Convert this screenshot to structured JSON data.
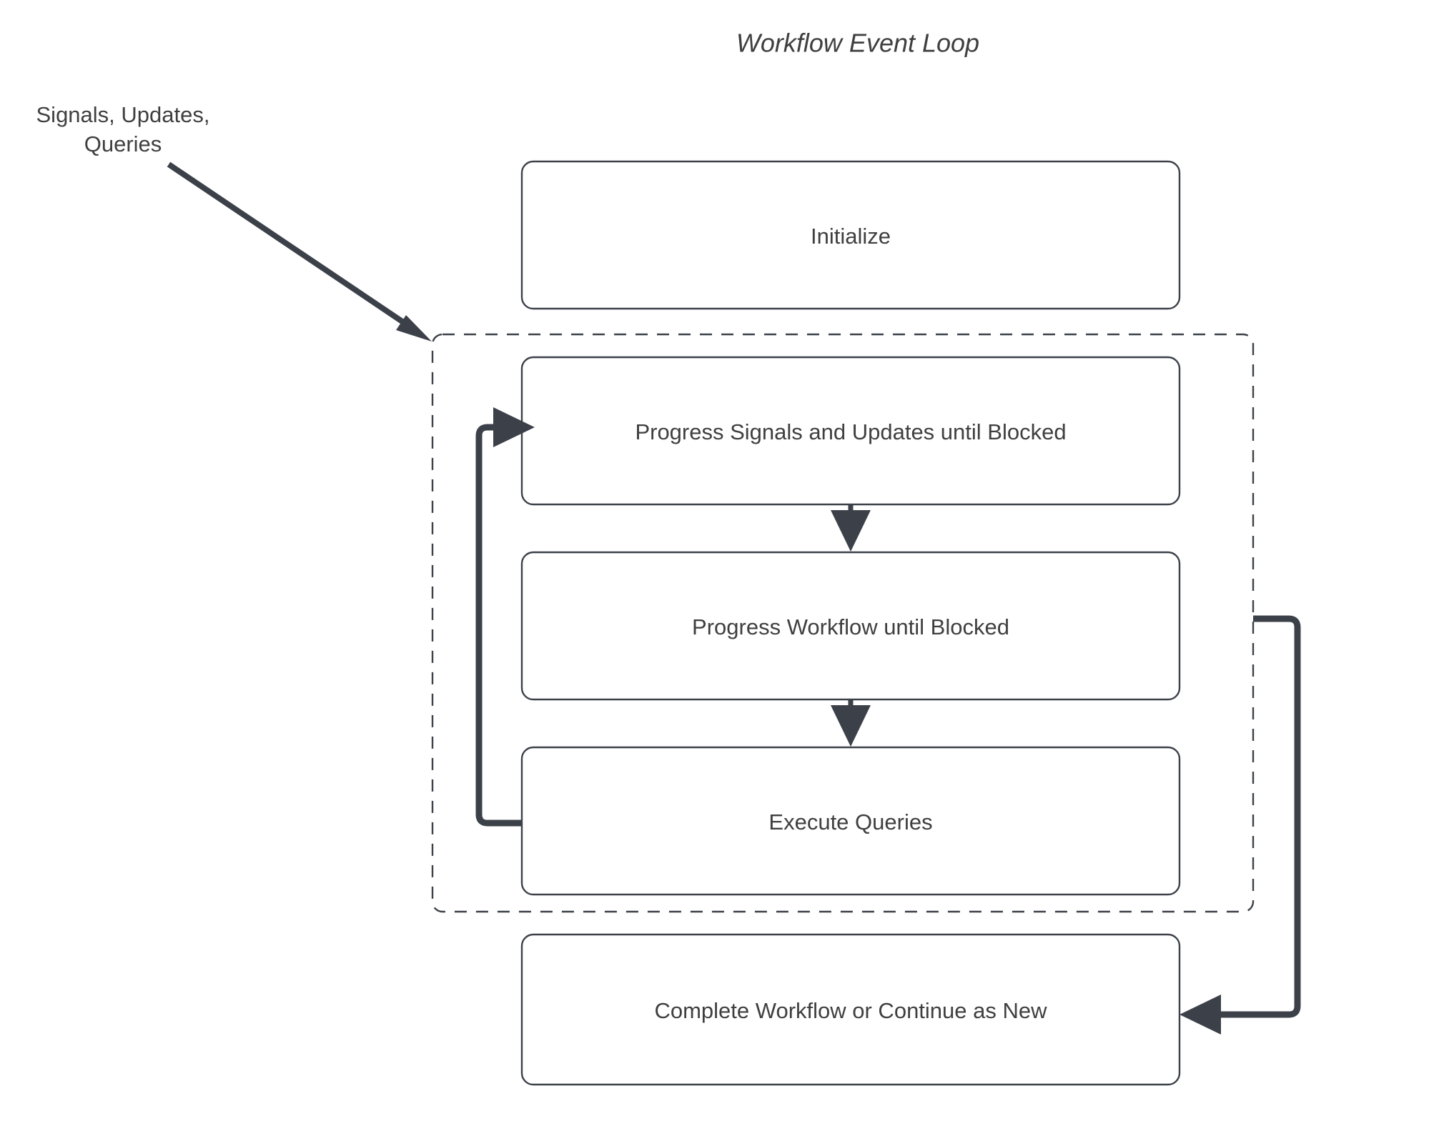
{
  "diagram": {
    "title": "Workflow Event Loop",
    "type": "flowchart",
    "background_color": "#ffffff",
    "node_border_color": "#3c4149",
    "node_fill_color": "#ffffff",
    "text_color": "#3f3f3f",
    "edge_color": "#3c4149",
    "external_label": "Signals, Updates,\nQueries",
    "external_label_lines": {
      "line1": "Signals, Updates,",
      "line2": "Queries"
    },
    "nodes": [
      {
        "id": "initialize",
        "label": "Initialize",
        "inside_loop": false
      },
      {
        "id": "progress-signals",
        "label": "Progress Signals and Updates until Blocked",
        "inside_loop": true
      },
      {
        "id": "progress-workflow",
        "label": "Progress Workflow until Blocked",
        "inside_loop": true
      },
      {
        "id": "execute-queries",
        "label": "Execute Queries",
        "inside_loop": true
      },
      {
        "id": "complete-workflow",
        "label": "Complete Workflow or Continue as New",
        "inside_loop": false
      }
    ],
    "loop_container": {
      "id": "event-loop-group",
      "style": "dashed",
      "label": ""
    },
    "edges": [
      {
        "from": "external-input",
        "to": "event-loop-group",
        "style": "solid-diagonal",
        "arrow": "end"
      },
      {
        "from": "progress-signals",
        "to": "progress-workflow",
        "style": "solid-vertical",
        "arrow": "end"
      },
      {
        "from": "progress-workflow",
        "to": "execute-queries",
        "style": "solid-vertical",
        "arrow": "end"
      },
      {
        "from": "execute-queries",
        "to": "progress-signals",
        "style": "loop-back-left",
        "arrow": "end"
      },
      {
        "from": "event-loop-group",
        "to": "complete-workflow",
        "style": "loop-exit-right",
        "arrow": "end"
      }
    ]
  }
}
